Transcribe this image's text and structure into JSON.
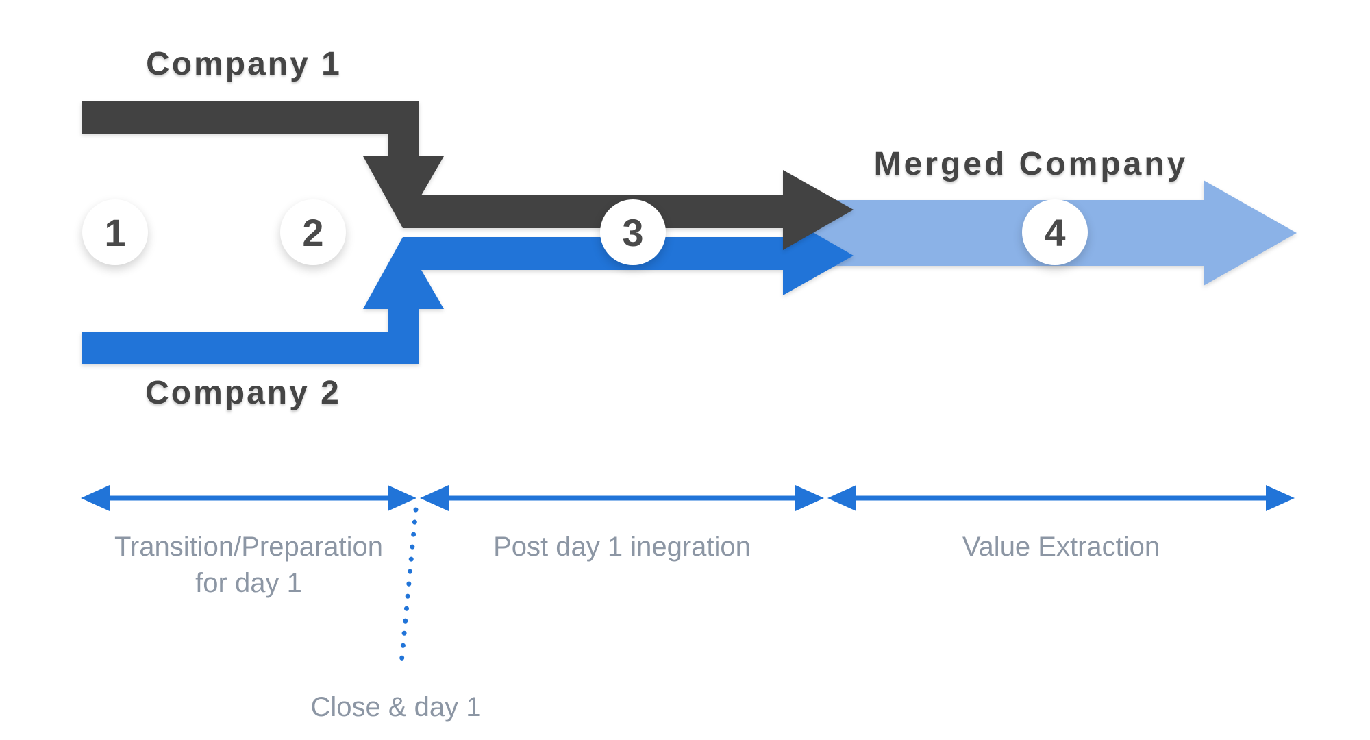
{
  "diagram": {
    "company1_title": "Company 1",
    "company2_title": "Company 2",
    "merged_title": "Merged Company",
    "steps": [
      {
        "number": "1"
      },
      {
        "number": "2"
      },
      {
        "number": "3"
      },
      {
        "number": "4"
      }
    ],
    "phases": [
      {
        "line1": "Transition/Preparation",
        "line2": "for day 1"
      },
      {
        "line1": "Post day 1 inegration",
        "line2": ""
      },
      {
        "line1": "Value Extraction",
        "line2": ""
      }
    ],
    "milestone_label": "Close & day 1",
    "colors": {
      "dark_gray": "#424242",
      "blue": "#2174D8",
      "light_blue": "#8BB2E7",
      "label_gray": "#8C96A4",
      "number_gray": "#4A4A4A",
      "background": "#FFFFFF"
    }
  }
}
